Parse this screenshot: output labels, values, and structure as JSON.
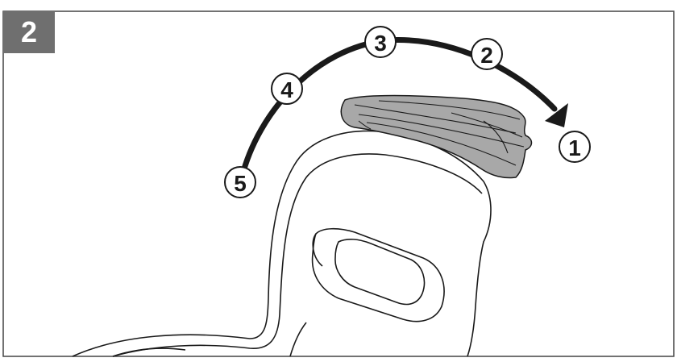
{
  "step": {
    "number": "2",
    "badge_color": "#6f6f6f"
  },
  "markers": [
    {
      "label": "1"
    },
    {
      "label": "2"
    },
    {
      "label": "3"
    },
    {
      "label": "4"
    },
    {
      "label": "5"
    }
  ],
  "colors": {
    "line": "#1a1a1a",
    "strap_fill": "#a8a8a8",
    "frame": "#444444"
  }
}
